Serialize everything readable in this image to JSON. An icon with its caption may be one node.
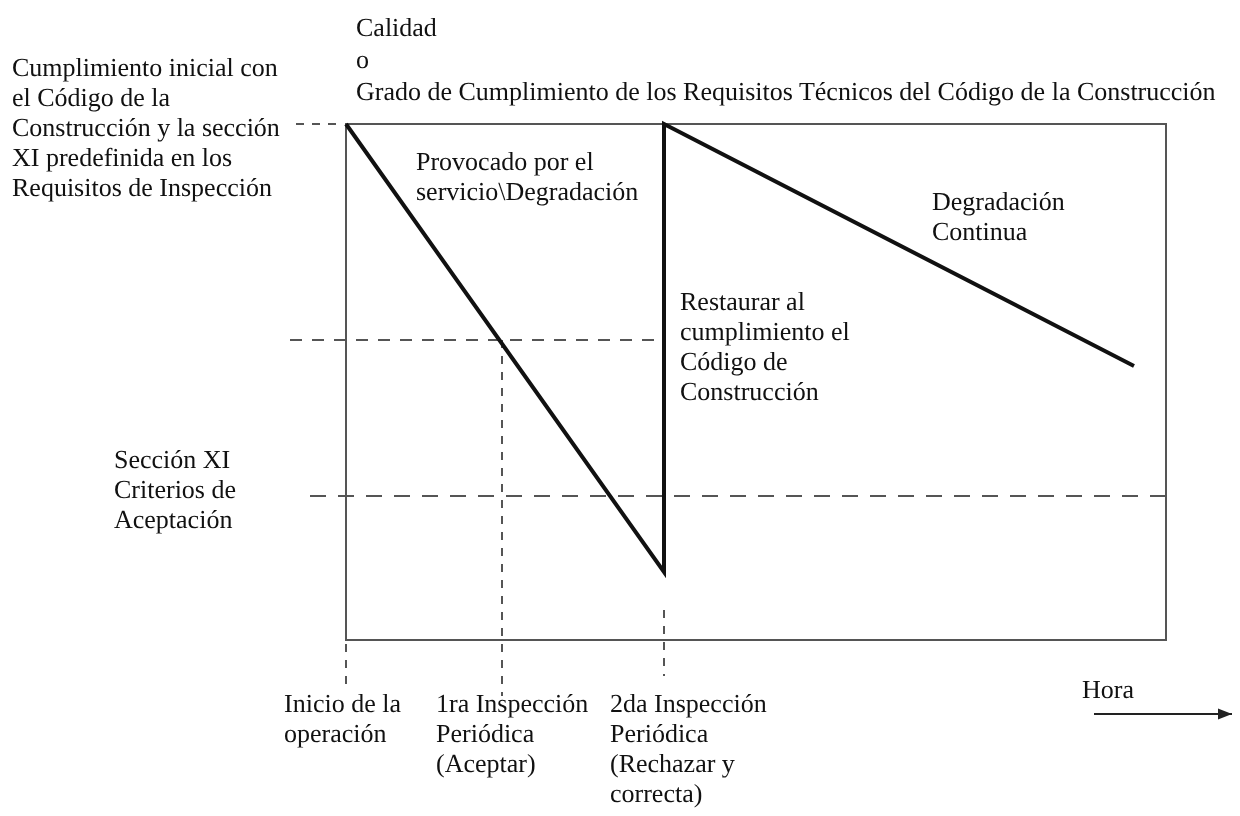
{
  "diagram": {
    "labels": [
      "Cumplimiento inicial con el Código de la Construcción y la sección XI predefinida en los Requisitos de Inspección",
      "Calidad",
      "o",
      "Grado de Cumplimiento de los Requisitos Técnicos del Código de la Construcción",
      "Provocado por el servicio\\Degradación",
      "Degradación Continua",
      "Restaurar al cumplimiento el Código de Construcción",
      "Sección XI Criterios de Aceptación",
      "Hora",
      "Inicio de la operación",
      "1ra Inspección Periódica (Aceptar)",
      "2da Inspección Periódica (Rechazar y correcta)"
    ]
  }
}
